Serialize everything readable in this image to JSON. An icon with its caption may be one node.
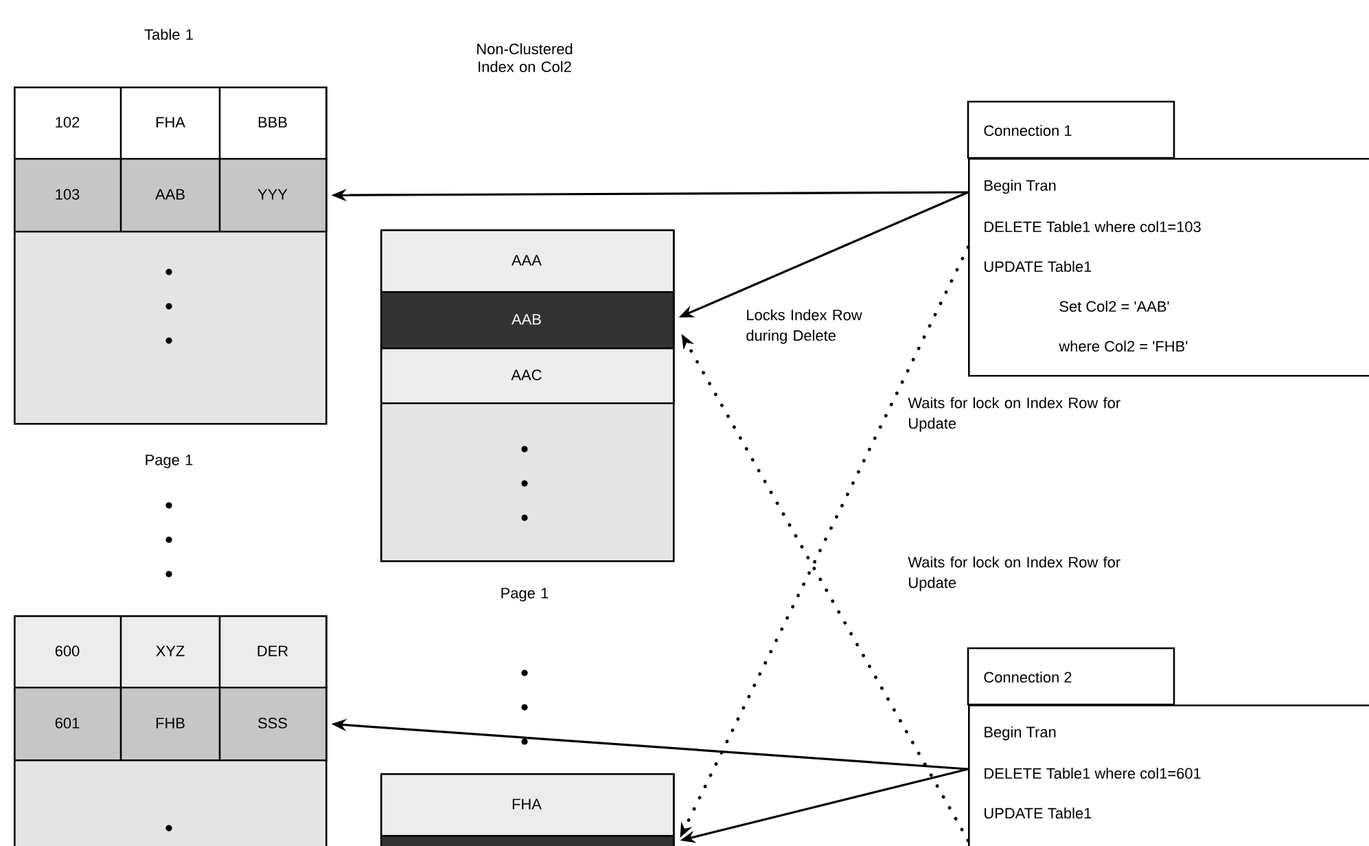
{
  "diagram": {
    "nodes": [
      {
        "text": [],
        "shape": "box"
      },
      {
        "text": [
          "102",
          "FHA",
          "BBB"
        ],
        "in": 0
      },
      {
        "text": [
          "103",
          "AAB",
          "YYY"
        ],
        "in": 0
      },
      {
        "text": [],
        "shape": "box"
      },
      {
        "text": [
          "600",
          "XYZ",
          "DER"
        ],
        "in": 3
      },
      {
        "text": [
          "601",
          "FHB",
          "SSS"
        ],
        "in": 3
      },
      {
        "text": [],
        "shape": "box"
      },
      {
        "text": [
          "AAA"
        ],
        "in": 6
      },
      {
        "text": [
          "AAB"
        ],
        "in": 6
      },
      {
        "text": [
          "AAC"
        ],
        "in": 6
      },
      {
        "text": [],
        "shape": "box"
      },
      {
        "text": [
          "FHA"
        ],
        "in": 10
      },
      {
        "text": [],
        "shape": "bar",
        "in": 10
      },
      {
        "text": [
          "Connection 1",
          "Begin Tran",
          "DELETE Table1 where col1=103",
          "UPDATE Table1",
          "Set Col2 = 'AAB'",
          "where Col2 = 'FHB'"
        ]
      },
      {
        "text": [
          "Connection 2",
          "Begin Tran",
          "DELETE Table1 where col1=601",
          "UPDATE Table1"
        ]
      }
    ],
    "edges": [
      {
        "from": 13,
        "to": 2,
        "arrow": "to"
      },
      {
        "from": 13,
        "to": 8,
        "arrow": "to",
        "label": "Locks Index Row during Delete"
      },
      {
        "from": 13,
        "to": 12,
        "arrow": "to",
        "style": "dashed",
        "label": "Waits for lock on Index Row for Update"
      },
      {
        "from": 14,
        "to": 5,
        "arrow": "to"
      },
      {
        "from": 14,
        "to": 12,
        "arrow": "to"
      },
      {
        "from": 14,
        "to": 8,
        "arrow": "to",
        "style": "dashed",
        "label": "Waits for lock on Index Row for Update"
      }
    ],
    "labels": [
      "Table 1",
      "Non-Clustered Index on Col2",
      "Page 1",
      "Page 1"
    ]
  }
}
